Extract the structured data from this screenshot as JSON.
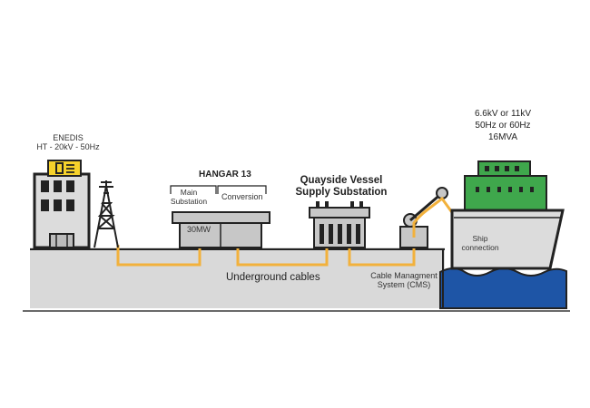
{
  "grid": {
    "name": "ENEDIS",
    "supply": "HT - 20kV - 50Hz"
  },
  "hangar": {
    "title": "HANGAR 13",
    "main_substation": [
      "Main",
      "Substation"
    ],
    "conversion": "Conversion",
    "power": "30MW"
  },
  "quayside": {
    "title_lines": [
      "Quayside Vessel",
      "Supply Substation"
    ]
  },
  "ship": {
    "spec_lines": [
      "6.6kV or 11kV",
      "50Hz or 60Hz",
      "16MVA"
    ],
    "connection_lines": [
      "Ship",
      "connection"
    ]
  },
  "cables": {
    "label": "Underground cables"
  },
  "cms": {
    "label_lines": [
      "Cable Managment",
      "System (CMS)"
    ]
  },
  "colors": {
    "ground": "#d9d9d9",
    "cable": "#f2b13c",
    "water": "#1e55a6",
    "hull": "#dcdcdc",
    "ship_upper": "#3fa74c",
    "grid_sign": "#f6d22b",
    "outline": "#222222"
  }
}
